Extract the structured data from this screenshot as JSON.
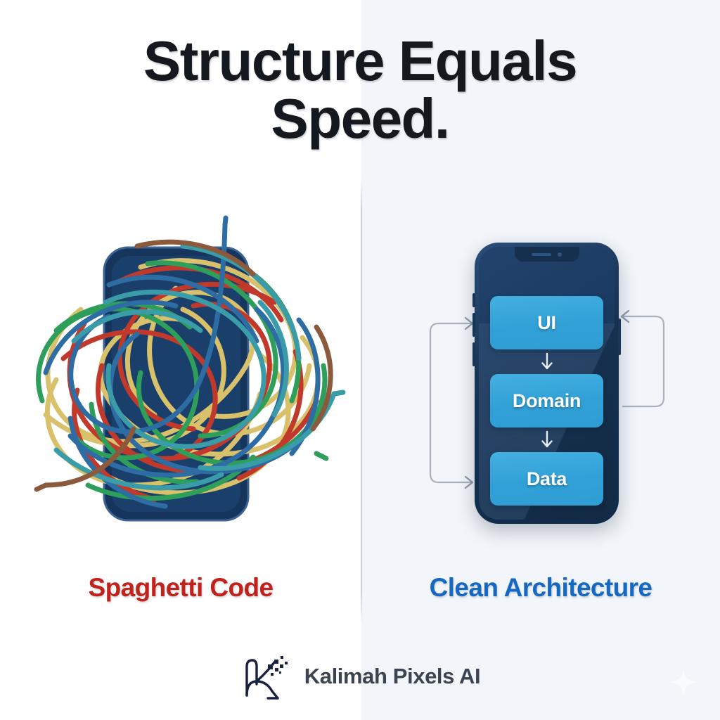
{
  "headline": {
    "line1": "Structure Equals",
    "line2": "Speed.",
    "color": "#15191f"
  },
  "panels": {
    "left": {
      "caption": "Spaghetti Code",
      "caption_color": "#c2221c",
      "illustration": "tangled-wires-over-phone",
      "background": "#ffffff",
      "wire_colors": [
        "#c0392b",
        "#d9c06a",
        "#2e9e5b",
        "#2e6da4",
        "#3a9ca8",
        "#8b5a3c"
      ]
    },
    "right": {
      "caption": "Clean Architecture",
      "caption_color": "#1569c2",
      "background": "#f2f5f9",
      "device": {
        "body_color": "#16304f",
        "screen_color": "#1b3a60",
        "notch": {
          "speaker": "speaker-slot",
          "camera": "camera-dot"
        }
      },
      "layers": [
        {
          "label": "UI",
          "color": "#31a0d6"
        },
        {
          "label": "Domain",
          "color": "#31a0d6"
        },
        {
          "label": "Data",
          "color": "#31a0d6"
        }
      ],
      "flow_arrows": [
        "down-arrow",
        "down-arrow"
      ],
      "feedback_brackets": [
        {
          "name": "left-feedback-bracket",
          "direction": "right"
        },
        {
          "name": "right-feedback-bracket",
          "direction": "left"
        }
      ]
    }
  },
  "brand": {
    "name": "Kalimah Pixels AI",
    "mark": "kalimah-k-pixel-logo",
    "text_color": "#3b4450"
  },
  "decor": {
    "divider": "vertical-divider",
    "sparkle": "four-point-sparkle"
  }
}
